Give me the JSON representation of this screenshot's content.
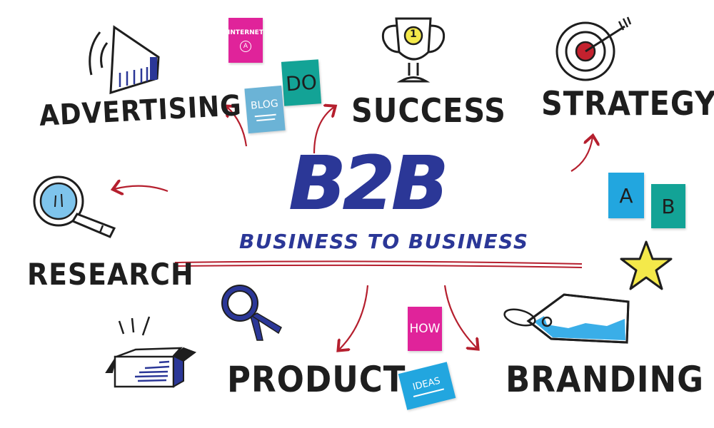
{
  "title": {
    "main": "B2B",
    "subtitle": "BUSINESS TO BUSINESS"
  },
  "nodes": [
    {
      "id": "advertising",
      "label": "ADVERTISING",
      "icon": "megaphone-icon"
    },
    {
      "id": "success",
      "label": "SUCCESS",
      "icon": "trophy-icon"
    },
    {
      "id": "strategy",
      "label": "STRATEGY",
      "icon": "target-icon"
    },
    {
      "id": "research",
      "label": "RESEARCH",
      "icon": "magnifier-icon"
    },
    {
      "id": "product",
      "label": "PRODUCT",
      "icon": "box-icon"
    },
    {
      "id": "branding",
      "label": "BRANDING",
      "icon": "tag-icon"
    }
  ],
  "sticky_notes": [
    {
      "text": "INTERNET",
      "sub": "A",
      "color": "#e0239a"
    },
    {
      "text": "DO",
      "color": "#13a396"
    },
    {
      "text": "BLOG",
      "color": "#6bb3d6"
    },
    {
      "text": "HOW",
      "color": "#e0239a"
    },
    {
      "text": "IDEAS",
      "color": "#22a6df"
    },
    {
      "text": "A",
      "color": "#22a6df"
    },
    {
      "text": "B",
      "color": "#13a396"
    }
  ],
  "trophy_badge": "1",
  "colors": {
    "primary_blue": "#2b3797",
    "arrow_red": "#b51f2e",
    "ink": "#1e1e1e",
    "star_yellow": "#f4e94a",
    "highlight_blue": "#3aaee8"
  }
}
